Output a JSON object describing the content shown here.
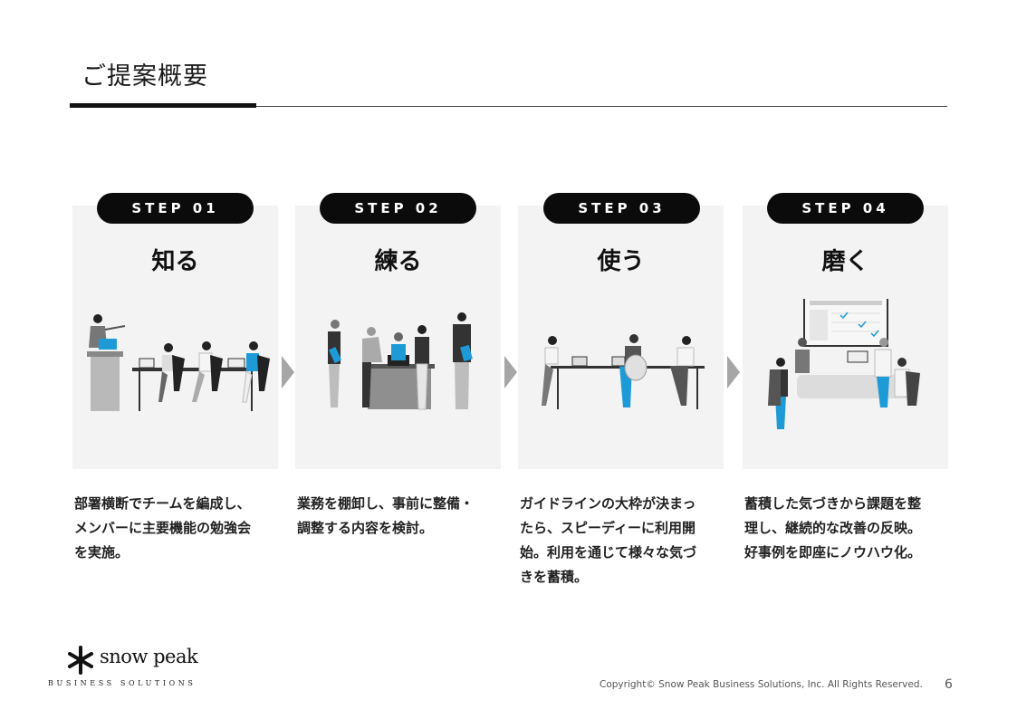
{
  "page": {
    "title": "ご提案概要",
    "page_number": "6"
  },
  "steps": [
    {
      "label": "STEP 01",
      "heading": "知る",
      "desc": [
        "部署横断でチームを編成し、",
        "メンバーに主要機能の勉強会",
        "を実施。"
      ]
    },
    {
      "label": "STEP 02",
      "heading": "練る",
      "desc": [
        "業務を棚卸し、事前に整備・",
        "調整する内容を検討。"
      ]
    },
    {
      "label": "STEP 03",
      "heading": "使う",
      "desc": [
        "ガイドラインの大枠が決まっ",
        "たら、スピーディーに利用開",
        "始。利用を通じて様々な気づ",
        "きを蓄積。"
      ]
    },
    {
      "label": "STEP 04",
      "heading": "磨く",
      "desc": [
        "蓄積した気づきから課題を整",
        "理し、継続的な改善の反映。",
        "好事例を即座にノウハウ化。"
      ]
    }
  ],
  "footer": {
    "logo_text": "snow peak",
    "logo_sub": "BUSINESS SOLUTIONS",
    "copyright": "Copyright© Snow Peak Business Solutions, Inc. All Rights Reserved."
  },
  "colors": {
    "accent": "#1e9bd7",
    "pill": "#0b0b0b",
    "panel": "#f3f3f3",
    "arrow": "#a6a6a6"
  }
}
